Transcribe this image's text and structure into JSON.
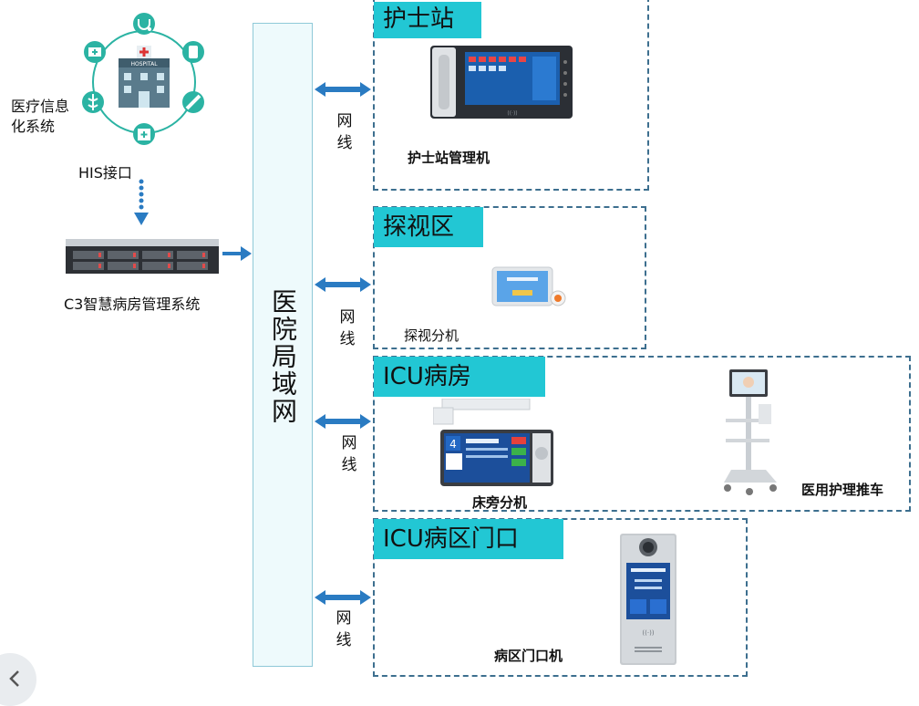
{
  "his": {
    "label": "医疗信息化系统",
    "label_line1": "医疗信息",
    "label_line2": "化系统",
    "interface_label": "HIS接口",
    "hospital_sign": "HOSPITAL"
  },
  "server": {
    "label": "C3智慧病房管理系统"
  },
  "lan": {
    "label": "医院局域网"
  },
  "wire_label": "网线",
  "zones": [
    {
      "title": "护士站",
      "device_label": "护士站管理机"
    },
    {
      "title": "探视区",
      "device_label": "探视分机"
    },
    {
      "title": "ICU病房",
      "device_label": "床旁分机",
      "device2_label": "医用护理推车"
    },
    {
      "title": "ICU病区门口",
      "device_label": "病区门口机"
    }
  ],
  "colors": {
    "accent_tag": "#22c7d4",
    "arrow": "#2a7bc2",
    "dashed_border": "#3d6f8f",
    "teal_ring": "#2bb3a3"
  },
  "icons": [
    "stethoscope-icon",
    "medical-kit-icon",
    "pill-bottle-icon",
    "syringe-icon",
    "caduceus-icon",
    "medicine-box-icon",
    "hospital-building-icon"
  ]
}
